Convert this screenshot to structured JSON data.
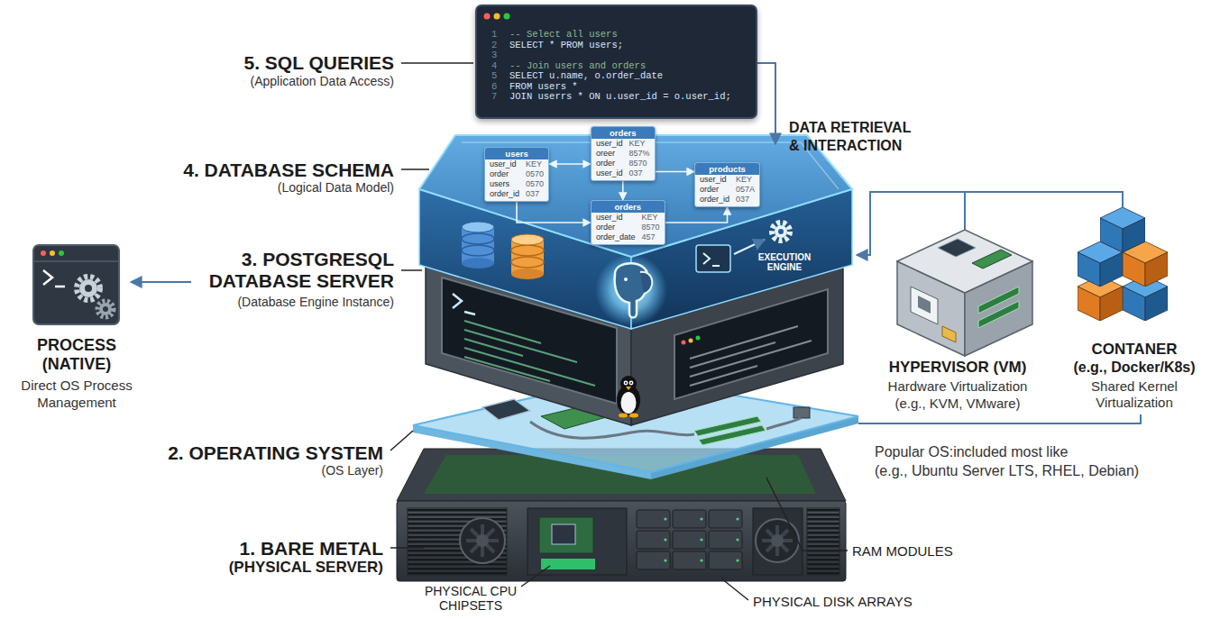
{
  "diagram": {
    "nodes": [
      {
        "text": [
          "-- Select all users",
          "SELECT * PROM users;",
          "-- Join users and orders",
          "SELECT u.name, o.order_date",
          "FROM users *",
          "JOIN userrs * ON u.user_id = o.user_id;"
        ]
      },
      {
        "text": [
          "users",
          "user_id",
          "KEY",
          "order",
          "0570",
          "users",
          "0570",
          "order_id",
          "037"
        ]
      },
      {
        "text": [
          "orders",
          "user_id",
          "KEY",
          "oreer",
          "857%",
          "order",
          "8570",
          "user_id",
          "037"
        ]
      },
      {
        "text": [
          "products",
          "user_id",
          "KEY",
          "order",
          "057A",
          "order_id",
          "037"
        ]
      },
      {
        "text": [
          "orders",
          "user_id",
          "KEY",
          "order",
          "8570",
          "order_date",
          "457"
        ]
      }
    ],
    "edges": [
      {
        "from": 1,
        "to": 2,
        "arrow": "both"
      },
      {
        "from": 2,
        "to": 3,
        "arrow": "to"
      },
      {
        "from": 2,
        "to": 4,
        "arrow": "to"
      },
      {
        "from": 1,
        "to": 4,
        "arrow": "to"
      },
      {
        "from": 4,
        "to": 3,
        "arrow": "to"
      }
    ],
    "labels": [
      "5. SQL QUERIES",
      "(Application Data Access)",
      "1",
      "2",
      "3",
      "4",
      "5",
      "6",
      "7",
      "DATA RETRIEVAL & INTERACTION",
      "4. DATABASE SCHEMA",
      "(Logical Data Model)",
      "3. POSTGRESQL DATABASE SERVER",
      "(Database Engine Instance)",
      "EXECUTION ENGINE",
      "PROCESS (NATIVE)",
      "Direct OS Process Management",
      "HYPERVISOR (VM)",
      "Hardware Virtualization",
      "(e.g., KVM, VMware)",
      "CONTANER",
      "(e.g., Docker/K8s)",
      "Shared Kernel Virtualization",
      "Popular OS:included most like",
      "(e.g., Ubuntu Server LTS, RHEL, Debian)",
      "2. OPERATING SYSTEM",
      "(OS Layer)",
      "1. BARE METAL",
      "(PHYSICAL SERVER)",
      "RAM MODULES",
      "PHYSICAL CPU CHIPSETS",
      "PHYSICAL DISK ARRAYS"
    ]
  }
}
